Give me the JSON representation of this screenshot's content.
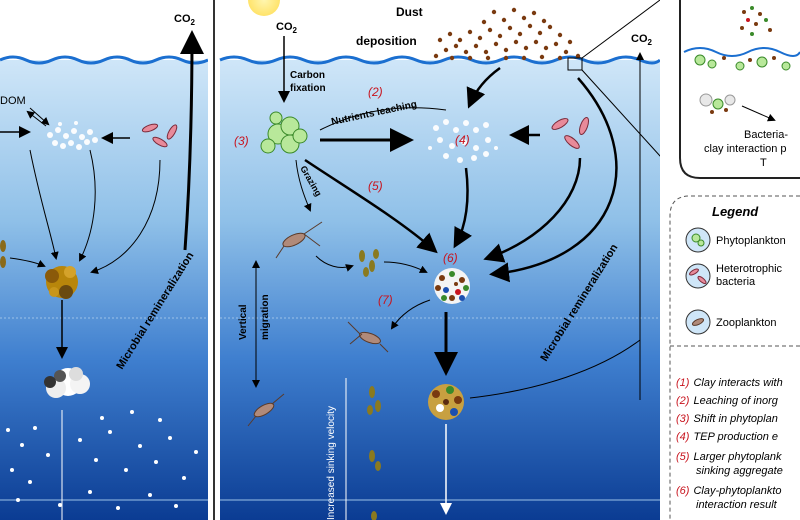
{
  "diagram": {
    "left_panel": {
      "co2": "CO",
      "co2_sub": "2",
      "dom": "DOM",
      "remineralization": "Microbial remineralization"
    },
    "center_panel": {
      "co2_top": "CO",
      "co2_top_sub": "2",
      "carbon_fixation_1": "Carbon",
      "carbon_fixation_2": "fixation",
      "dust_1": "Dust",
      "dust_2": "deposition",
      "co2_right": "CO",
      "co2_right_sub": "2",
      "nutrients_leaching": "Nutrients leaching",
      "grazing": "Grazing",
      "vertical_migration_1": "Vertical",
      "vertical_migration_2": "migration",
      "increased_sinking_velocity": "Increased sinking velocity",
      "microbial_remineralization": "Microbial remineralization",
      "markers": {
        "m2": "(2)",
        "m3": "(3)",
        "m4": "(4)",
        "m5": "(5)",
        "m6": "(6)",
        "m7": "(7)"
      }
    },
    "inset": {
      "line1": "Bacteria-",
      "line2": "clay interaction p",
      "line3": "T"
    },
    "legend": {
      "title": "Legend",
      "items": [
        {
          "label": "Phytoplankton"
        },
        {
          "label_1": "Heterotrophic",
          "label_2": "bacteria"
        },
        {
          "label": "Zooplankton"
        }
      ],
      "steps": [
        {
          "num": "(1)",
          "text": "Clay interacts with"
        },
        {
          "num": "(2)",
          "text": "Leaching of inorg"
        },
        {
          "num": "(3)",
          "text": "Shift in phytoplan"
        },
        {
          "num": "(4)",
          "text": "TEP production e"
        },
        {
          "num": "(5)",
          "text": "Larger phytoplank",
          "text_2": "sinking aggregate"
        },
        {
          "num": "(6)",
          "text": "Clay-phytoplankto",
          "text_2": "interaction result"
        }
      ]
    },
    "colors": {
      "marker_red": "#c8141e",
      "ocean_top": "#c9e3f7",
      "ocean_bottom": "#0b3c93"
    }
  }
}
